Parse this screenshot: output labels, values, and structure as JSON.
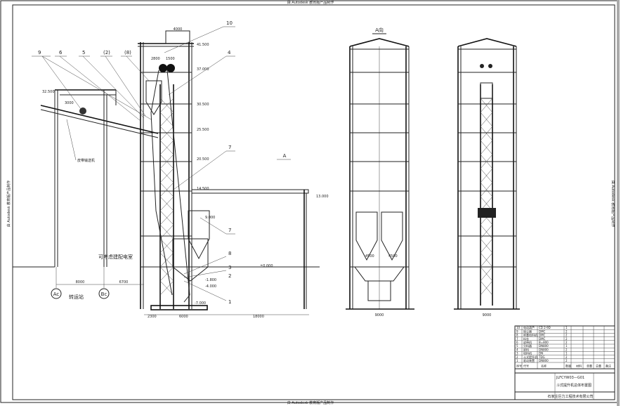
{
  "watermark": {
    "top": "由 Autodesk 教育版产品制作",
    "bottom": "由 Autodesk 教育版产品制作",
    "left": "由 Autodesk 教育版产品制作",
    "right": "由 Autodesk 教育版产品制作"
  },
  "callouts": [
    "10",
    "4",
    "9",
    "6",
    "5",
    "(2)",
    "(8)",
    "7",
    "7",
    "8",
    "3",
    "2",
    "1"
  ],
  "view_labels": {
    "section": "A",
    "view_a": "A向"
  },
  "elevations": {
    "e41500": "41.500",
    "e37000": "37.000",
    "e30500": "30.500",
    "e25500": "25.500",
    "e20500": "20.500",
    "e14500": "14.500",
    "e13000": "13.000",
    "e9000": "9.000",
    "e32500": "32.500",
    "e0000": "±0.000",
    "e3000": "3.000",
    "e1800": "-1.800",
    "e4000": "-4.000",
    "e7000": "-7.000"
  },
  "dimensions": {
    "top": "4000",
    "d2800": "2800",
    "d1500": "1500",
    "d8000": "8000",
    "d6700": "6700",
    "d2300": "2300",
    "d6000": "6000",
    "d18000": "18000",
    "d9000": "9000",
    "d4500": "4500",
    "d3000": "3000"
  },
  "annotations": {
    "power_room": "可考虑建配电室",
    "transfer_station": "转运站",
    "conveyor": "皮带输送机",
    "axis_ac": "Ac",
    "axis_bc": "Bc"
  },
  "title_block": {
    "drawing_no": "JLFCYW03—G01",
    "drawing_title": "斗式提升机总体布置图",
    "company": "石家庄巨力工程技术有限公司",
    "headers": [
      "序号",
      "代号",
      "名称",
      "数量",
      "材料",
      "单重",
      "总重",
      "备注"
    ],
    "rows": [
      [
        "10",
        "电动葫芦",
        "CD 2-9D",
        "1"
      ],
      [
        "9",
        "除尘器",
        "DMC",
        "2"
      ],
      [
        "8",
        "称重给料机",
        "DMC",
        "2"
      ],
      [
        "7",
        "料仓",
        "DMC",
        "2"
      ],
      [
        "6",
        "皮带机",
        "B=800",
        "2"
      ],
      [
        "5",
        "分料器",
        "DN800",
        "1"
      ],
      [
        "4",
        "卸料",
        "DN800",
        "2"
      ],
      [
        "3",
        "给料机",
        "DN",
        "1"
      ],
      [
        "2",
        "斗式提升机",
        "TDG",
        "2"
      ],
      [
        "1",
        "驱动装置",
        "DN800",
        "2"
      ]
    ]
  }
}
